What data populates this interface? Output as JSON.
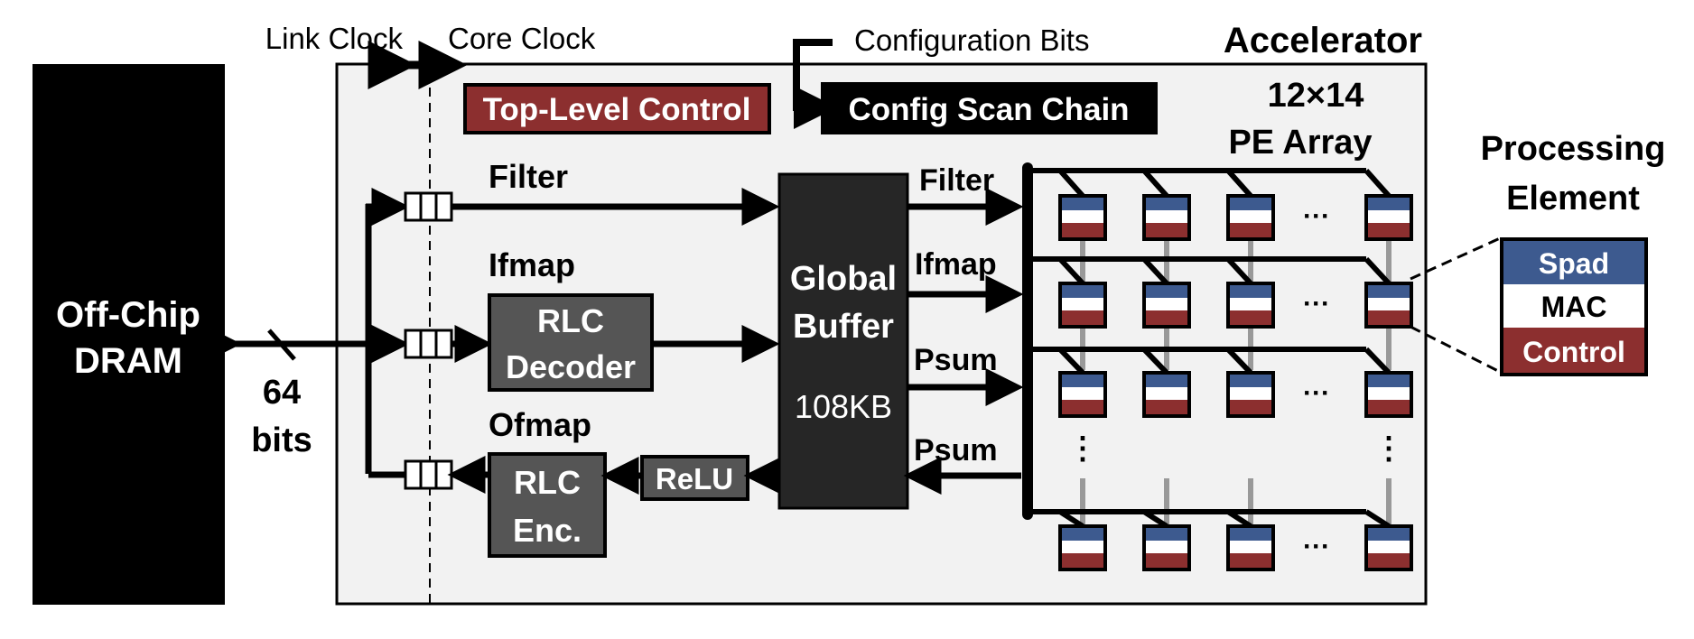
{
  "clock": {
    "link": "Link Clock",
    "core": "Core Clock"
  },
  "config": {
    "bits_label": "Configuration Bits",
    "scan_chain": "Config Scan Chain"
  },
  "accelerator": {
    "title": "Accelerator",
    "top_level_control": "Top-Level Control"
  },
  "dram": {
    "line1": "Off-Chip",
    "line2": "DRAM",
    "width_num": "64",
    "width_unit": "bits"
  },
  "paths": {
    "filter_in": "Filter",
    "ifmap_in": "Ifmap",
    "ofmap_out": "Ofmap"
  },
  "rlc_decoder": {
    "line1": "RLC",
    "line2": "Decoder"
  },
  "rlc_encoder": {
    "line1": "RLC",
    "line2": "Enc."
  },
  "relu": "ReLU",
  "global_buffer": {
    "line1": "Global",
    "line2": "Buffer",
    "size": "108KB"
  },
  "buses": {
    "filter": "Filter",
    "ifmap": "Ifmap",
    "psum_in": "Psum",
    "psum_out": "Psum"
  },
  "pe_array": {
    "line1": "12×14",
    "line2": "PE Array",
    "ellipsis_h": "···",
    "ellipsis_v": "⋮"
  },
  "pe_detail": {
    "title1": "Processing",
    "title2": "Element",
    "spad": "Spad",
    "mac": "MAC",
    "control": "Control"
  },
  "colors": {
    "spad_blue": "#3d5a8f",
    "control_red": "#8c2f2f",
    "module_gray": "#555555",
    "buffer_dark": "#262626",
    "accel_bg": "#f2f2f2",
    "dram_black": "#000000"
  }
}
